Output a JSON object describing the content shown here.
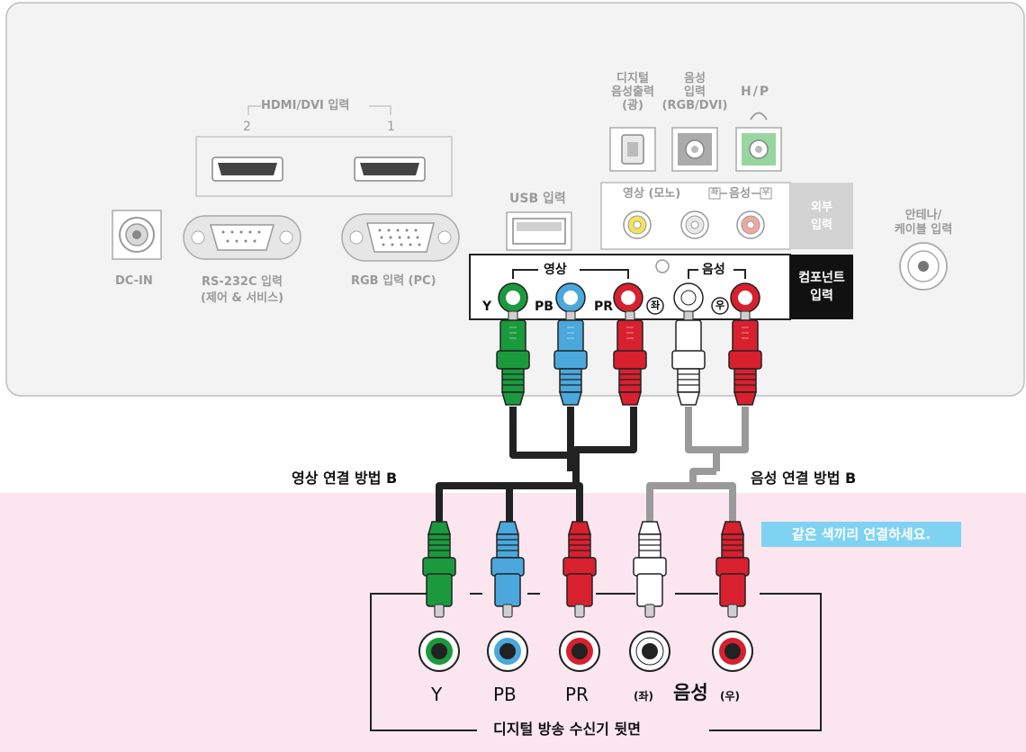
{
  "panel": {
    "hdmi_group_label": "HDMI/DVI 입력",
    "hdmi_port_2": "2",
    "hdmi_port_1": "1",
    "digital_audio_out_label": "디지털\n음성출력\n(광)",
    "audio_in_label": "음성\n입력\n(RGB/DVI)",
    "hp_label": "H/P",
    "usb_label": "USB 입력",
    "av_mono_label": "영상 (모노)",
    "av_left_mark": "좌",
    "av_audio_label": "음성",
    "av_right_mark": "우",
    "external_input_label": "외부\n입력",
    "antenna_label": "안테나/\n케이블 입력",
    "dc_in_label": "DC-IN",
    "rs232c_label": "RS-232C 입력\n(제어 & 서비스)",
    "rgb_label": "RGB 입력 (PC)",
    "component_video_label": "영상",
    "component_audio_label": "음성",
    "component_input_label": "컴포넌트\n입력",
    "port_y": "Y",
    "port_pb": "PB",
    "port_pr": "PR",
    "port_left": "좌",
    "port_right": "우"
  },
  "cables": {
    "video_method_label": "영상 연결 방법 B",
    "audio_method_label": "음성 연결 방법 B",
    "hint": "같은 색끼리 연결하세요."
  },
  "receiver": {
    "y": "Y",
    "pb": "PB",
    "pr": "PR",
    "left": "(좌)",
    "audio": "음성",
    "right": "(우)",
    "title": "디지털 방송 수신기 뒷면"
  },
  "colors": {
    "green": "#1a9a3c",
    "blue": "#4aa8dc",
    "red": "#d8202e",
    "white": "#ffffff",
    "black_cable": "#222222",
    "grey_cable": "#9a9a9a",
    "pink_bg": "#fbe6f0",
    "panel_bg": "#f2f2f2",
    "hint_bg": "#7fd3f2"
  },
  "icons": [
    "hdmi-port-icon",
    "vga-port-icon",
    "usb-port-icon",
    "optical-port-icon",
    "headphone-icon",
    "rca-jack-icon",
    "rca-plug-icon",
    "coax-port-icon",
    "power-jack-icon"
  ]
}
